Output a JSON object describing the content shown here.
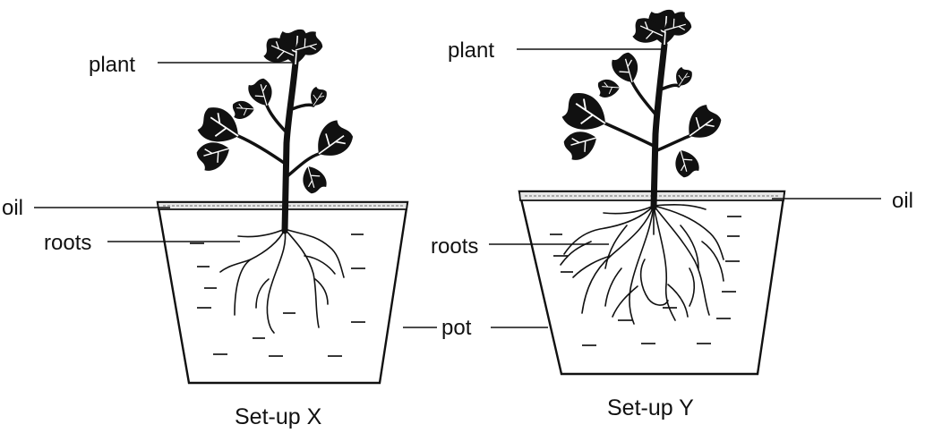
{
  "setup_x": {
    "caption": "Set-up X",
    "labels": {
      "plant": "plant",
      "oil": "oil",
      "roots": "roots"
    }
  },
  "setup_y": {
    "caption": "Set-up Y",
    "labels": {
      "plant": "plant",
      "oil": "oil",
      "roots": "roots",
      "pot": "pot"
    }
  }
}
